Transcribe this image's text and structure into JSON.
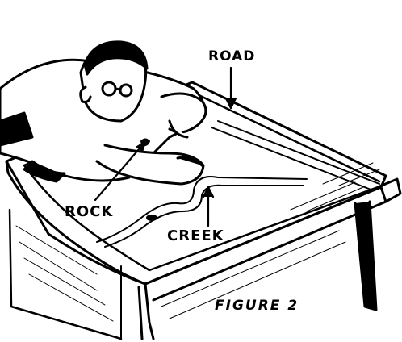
{
  "labels": {
    "road": "ROAD",
    "rock": "ROCK",
    "creek": "CREEK",
    "figure": "FIGURE 2"
  },
  "colors": {
    "ink": "#000000",
    "paper": "#ffffff"
  }
}
